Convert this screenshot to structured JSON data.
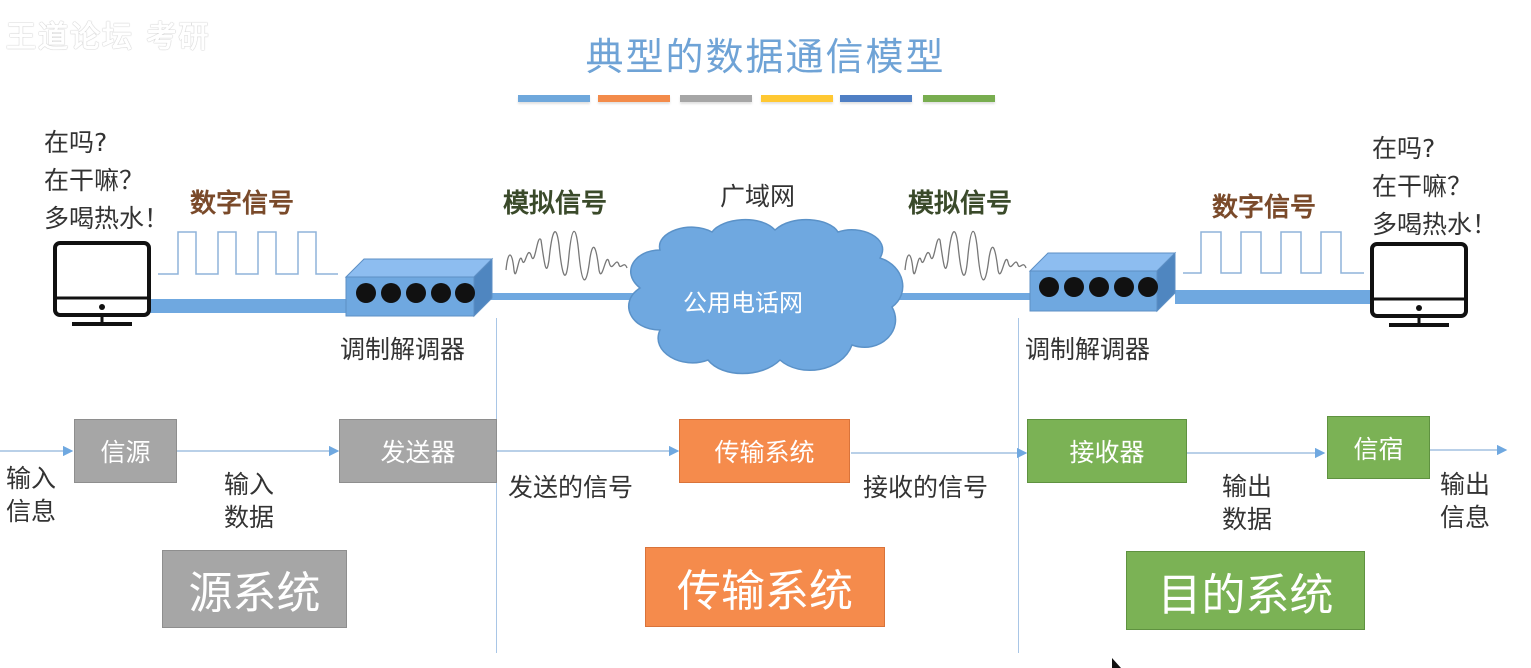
{
  "watermark": "王道论坛 考研",
  "title": "典型的数据通信模型",
  "accent_bars": [
    "#6fa8dc",
    "#f38b4a",
    "#a6a6a6",
    "#ffc832",
    "#4f7fc4",
    "#78ad4f"
  ],
  "colors": {
    "source": "#a6a6a6",
    "transmission": "#f58b4c",
    "destination": "#7bb255",
    "line": "#6fa8e0",
    "cloud": "#6fa8e0"
  },
  "top": {
    "left_chat": "在吗?\n在干嘛？\n多喝热水！",
    "right_chat": "在吗?\n在干嘛？\n多喝热水！",
    "left_digital": "数字信号",
    "right_digital": "数字信号",
    "left_analog": "模拟信号",
    "right_analog": "模拟信号",
    "wan_label": "广域网",
    "cloud_label": "公用电话网",
    "left_modem": "调制解调器",
    "right_modem": "调制解调器"
  },
  "flow": {
    "input_info": "输入\n信息",
    "source_box": "信源",
    "input_data": "输入\n数据",
    "transmitter": "发送器",
    "sent_signal": "发送的信号",
    "transmission_box": "传输系统",
    "received_signal": "接收的信号",
    "receiver": "接收器",
    "output_data": "输出\n数据",
    "sink_box": "信宿",
    "output_info": "输出\n信息"
  },
  "systems": {
    "source": "源系统",
    "transmission": "传输系统",
    "destination": "目的系统"
  }
}
